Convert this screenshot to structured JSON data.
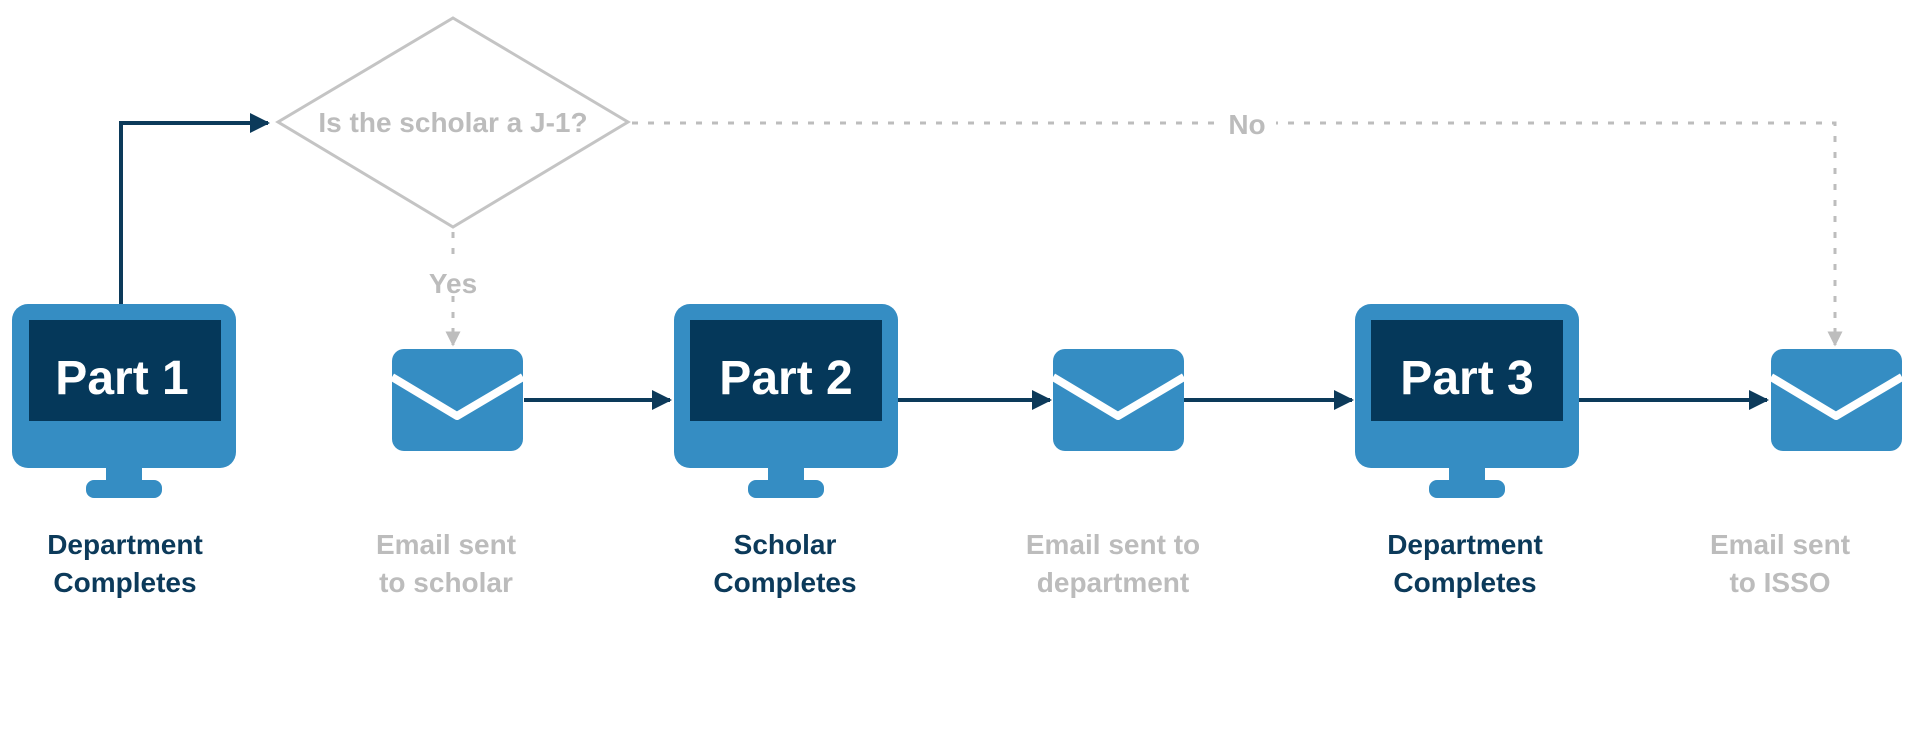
{
  "decision": {
    "question": "Is the scholar a J-1?",
    "yes_label": "Yes",
    "no_label": "No"
  },
  "steps": [
    {
      "kind": "computer",
      "screen_label": "Part 1",
      "caption": [
        "Department",
        "Completes"
      ],
      "caption_color": "#0c3a5a"
    },
    {
      "kind": "email",
      "caption": [
        "Email sent",
        "to scholar"
      ],
      "caption_color": "#bcbcbc"
    },
    {
      "kind": "computer",
      "screen_label": "Part 2",
      "caption": [
        "Scholar",
        "Completes"
      ],
      "caption_color": "#0c3a5a"
    },
    {
      "kind": "email",
      "caption": [
        "Email sent to",
        "department"
      ],
      "caption_color": "#bcbcbc"
    },
    {
      "kind": "computer",
      "screen_label": "Part 3",
      "caption": [
        "Department",
        "Completes"
      ],
      "caption_color": "#0c3a5a"
    },
    {
      "kind": "email",
      "caption": [
        "Email sent",
        "to ISSO"
      ],
      "caption_color": "#bcbcbc"
    }
  ],
  "colors": {
    "icon_blue": "#358dc3",
    "screen_navy": "#05385a",
    "arrow_navy": "#0c3a5a",
    "dashed_gray": "#bdbdbd",
    "muted_text": "#bcbcbc"
  },
  "icons": {
    "computer": "monitor-icon",
    "email": "envelope-icon"
  }
}
